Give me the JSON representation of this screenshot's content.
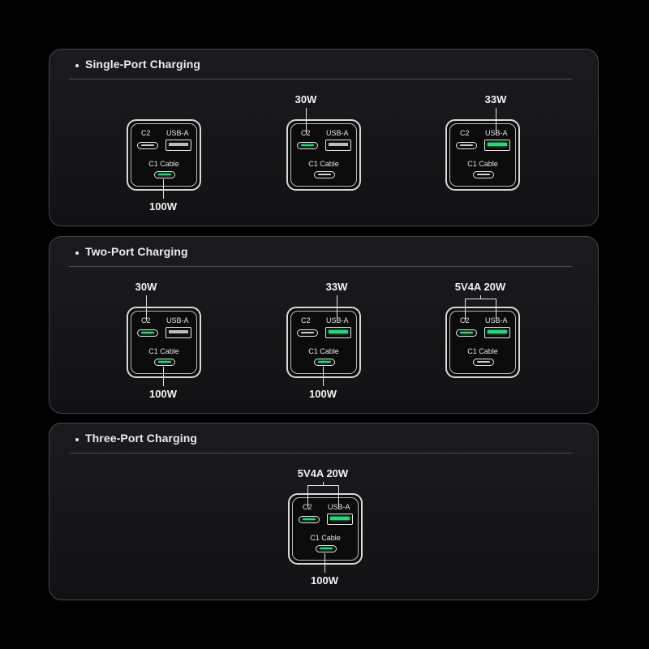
{
  "port_labels": {
    "c2": "C2",
    "usb_a": "USB-A",
    "c1": "C1 Cable"
  },
  "colors": {
    "active_port": "#2ed47a",
    "panel_border": "#45454d",
    "background": "#000000"
  },
  "sections": [
    {
      "title": "Single-Port Charging",
      "configs": [
        {
          "top_label": "",
          "bottom_label": "100W",
          "active": [
            "c1"
          ]
        },
        {
          "top_label": "30W",
          "bottom_label": "",
          "active": [
            "c2"
          ]
        },
        {
          "top_label": "33W",
          "bottom_label": "",
          "active": [
            "usb_a"
          ]
        }
      ]
    },
    {
      "title": "Two-Port Charging",
      "configs": [
        {
          "top_label": "30W",
          "bottom_label": "100W",
          "active": [
            "c2",
            "c1"
          ]
        },
        {
          "top_label": "33W",
          "bottom_label": "100W",
          "active": [
            "usb_a",
            "c1"
          ]
        },
        {
          "top_label": "5V4A 20W",
          "bottom_label": "",
          "active": [
            "c2",
            "usb_a"
          ]
        }
      ]
    },
    {
      "title": "Three-Port Charging",
      "configs": [
        {
          "top_label": "5V4A 20W",
          "bottom_label": "100W",
          "active": [
            "c2",
            "usb_a",
            "c1"
          ]
        }
      ]
    }
  ]
}
